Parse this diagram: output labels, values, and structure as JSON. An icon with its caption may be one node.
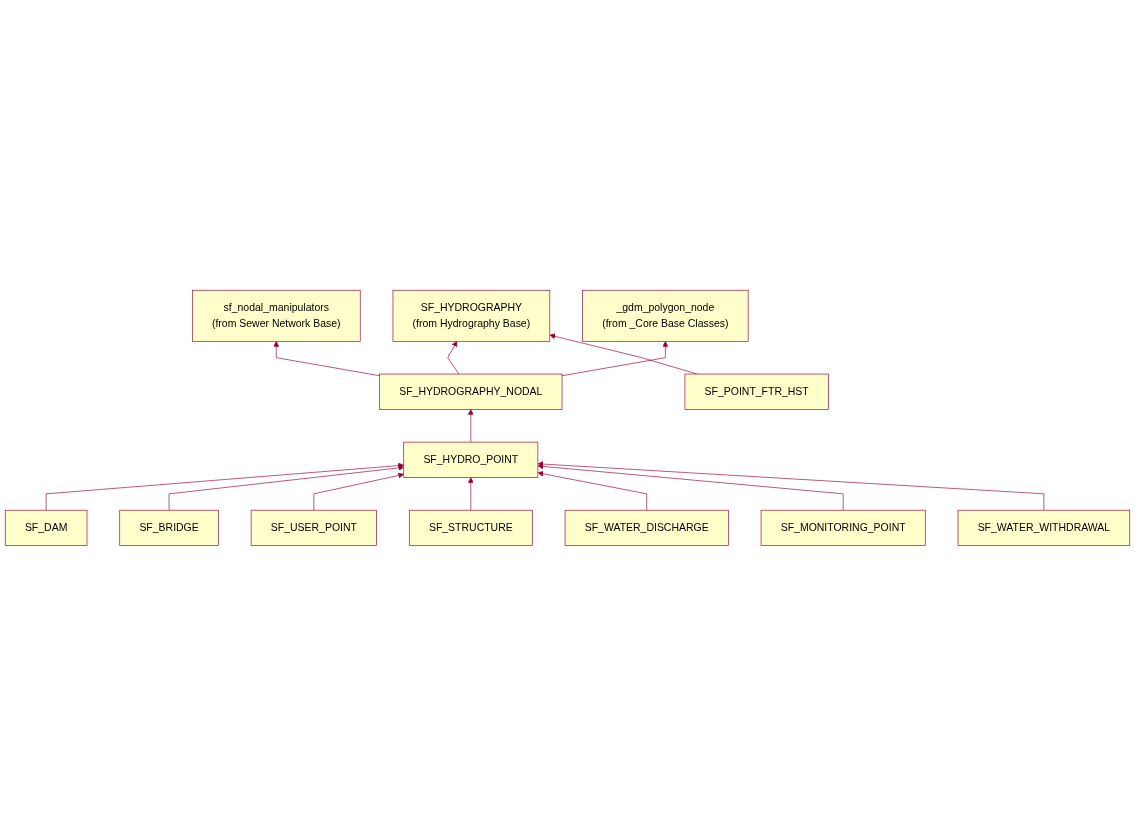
{
  "diagram": {
    "nodes": [
      {
        "text": [
          "sf_nodal_manipulators",
          "(from Sewer Network Base)"
        ]
      },
      {
        "text": [
          "SF_HYDROGRAPHY",
          "(from Hydrography Base)"
        ]
      },
      {
        "text": [
          "_gdm_polygon_node",
          "(from _Core Base Classes)"
        ]
      },
      {
        "text": [
          "SF_HYDROGRAPHY_NODAL"
        ]
      },
      {
        "text": [
          "SF_POINT_FTR_HST"
        ]
      },
      {
        "text": [
          "SF_HYDRO_POINT"
        ]
      },
      {
        "text": [
          "SF_DAM"
        ]
      },
      {
        "text": [
          "SF_BRIDGE"
        ]
      },
      {
        "text": [
          "SF_USER_POINT"
        ]
      },
      {
        "text": [
          "SF_STRUCTURE"
        ]
      },
      {
        "text": [
          "SF_WATER_DISCHARGE"
        ]
      },
      {
        "text": [
          "SF_MONITORING_POINT"
        ]
      },
      {
        "text": [
          "SF_WATER_WITHDRAWAL"
        ]
      }
    ],
    "edges": [
      {
        "from": 3,
        "to": 0,
        "arrow": "to"
      },
      {
        "from": 3,
        "to": 1,
        "arrow": "to"
      },
      {
        "from": 3,
        "to": 2,
        "arrow": "to"
      },
      {
        "from": 4,
        "to": 1,
        "arrow": "to"
      },
      {
        "from": 5,
        "to": 3,
        "arrow": "to"
      },
      {
        "from": 6,
        "to": 5,
        "arrow": "to"
      },
      {
        "from": 7,
        "to": 5,
        "arrow": "to"
      },
      {
        "from": 8,
        "to": 5,
        "arrow": "to"
      },
      {
        "from": 9,
        "to": 5,
        "arrow": "to"
      },
      {
        "from": 10,
        "to": 5,
        "arrow": "to"
      },
      {
        "from": 11,
        "to": 5,
        "arrow": "to"
      },
      {
        "from": 12,
        "to": 5,
        "arrow": "to"
      }
    ]
  }
}
